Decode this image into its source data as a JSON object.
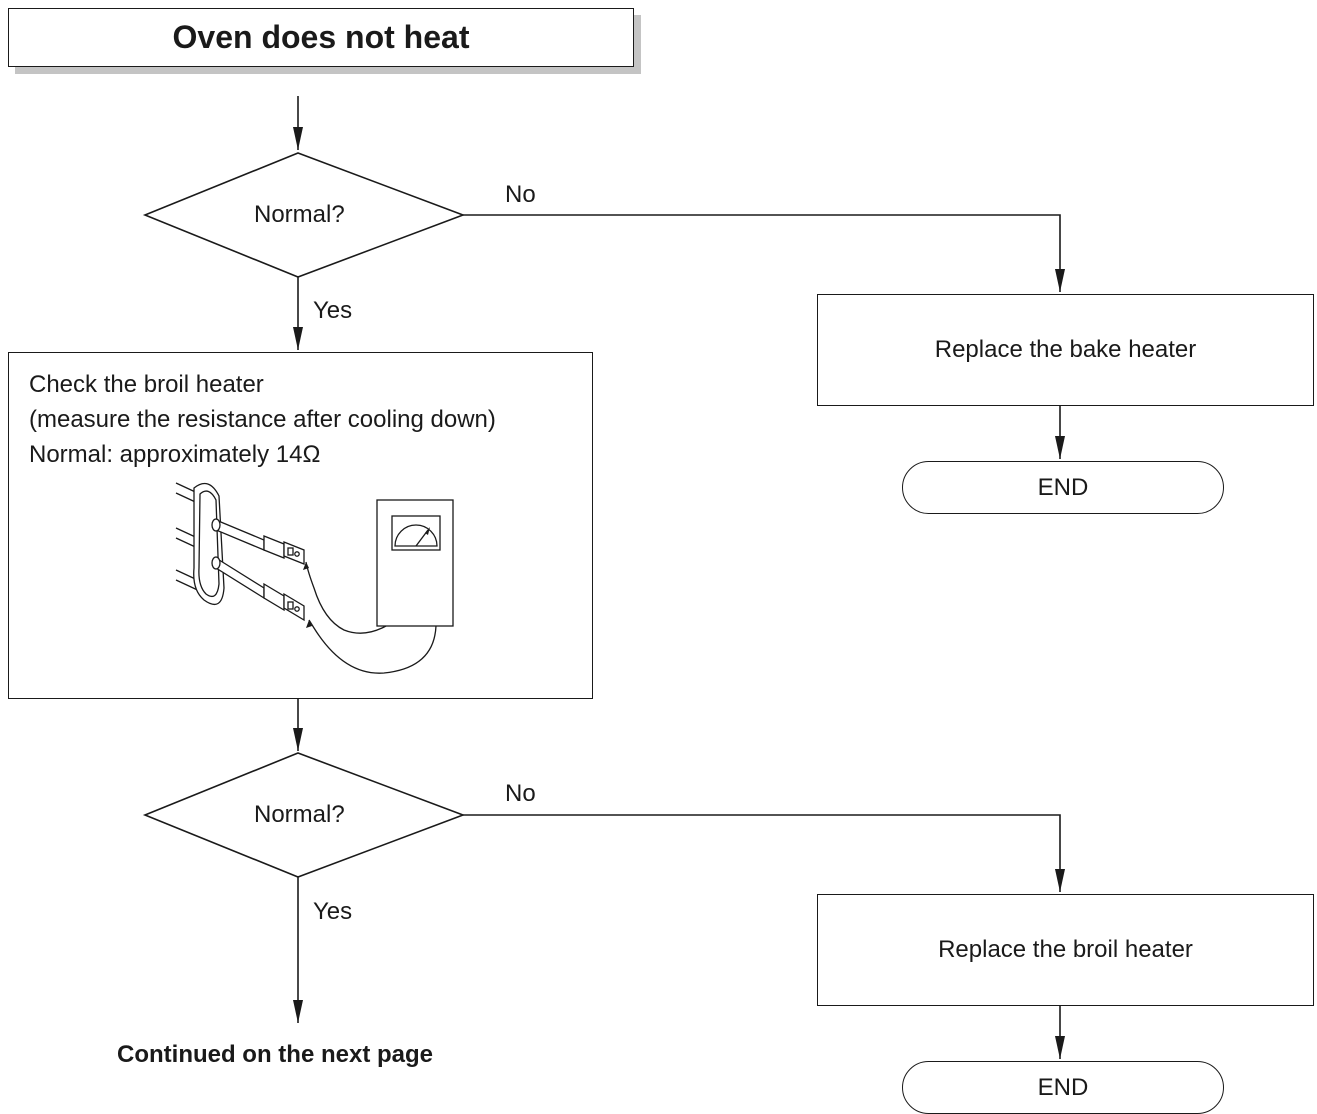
{
  "title": "Oven does not heat",
  "decision1": {
    "question": "Normal?",
    "no_label": "No",
    "yes_label": "Yes"
  },
  "action1": "Replace the bake heater",
  "end1": "END",
  "check_step": {
    "line1": "Check the broil heater",
    "line2": "(measure the resistance after cooling down)",
    "line3": "Normal: approximately 14Ω"
  },
  "decision2": {
    "question": "Normal?",
    "no_label": "No",
    "yes_label": "Yes"
  },
  "action2": "Replace the broil heater",
  "end2": "END",
  "continuation": "Continued on the next page",
  "colors": {
    "line": "#1a1a1a",
    "shadow": "#c4c4c4",
    "background": "#ffffff"
  },
  "icons": [
    "heater-terminal-icon",
    "ohmmeter-icon"
  ]
}
